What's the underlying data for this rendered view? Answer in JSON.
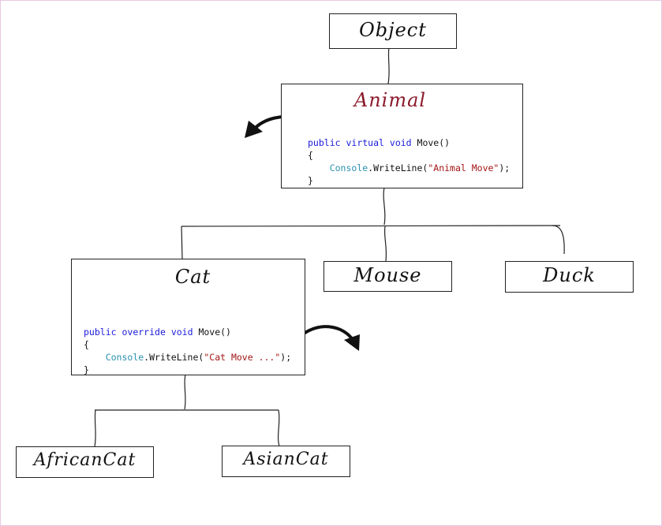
{
  "diagram": {
    "object": {
      "title": "Object"
    },
    "animal": {
      "title": "Animal",
      "title_color": "#8b1a2b",
      "code": {
        "line1": {
          "kw1": "public",
          "kw2": "virtual",
          "kw3": "void",
          "rest": " Move()"
        },
        "open": "{",
        "line3": {
          "cls": "Console",
          "method": ".WriteLine(",
          "str": "\"Animal Move\"",
          "end": ");"
        },
        "close": "}"
      }
    },
    "cat": {
      "title": "Cat",
      "code": {
        "line1": {
          "kw1": "public",
          "kw2": "override",
          "kw3": "void",
          "rest": " Move()"
        },
        "open": "{",
        "line3": {
          "cls": "Console",
          "method": ".WriteLine(",
          "str": "\"Cat Move ...\"",
          "end": ");"
        },
        "close": "}"
      }
    },
    "mouse": {
      "title": "Mouse"
    },
    "duck": {
      "title": "Duck"
    },
    "african_cat": {
      "title": "AfricanCat"
    },
    "asian_cat": {
      "title": "AsianCat"
    },
    "colors": {
      "keyword": "#1a1adb",
      "class": "#2b91af",
      "string": "#a31515",
      "line": "#222222",
      "frame": "#e8c8e4"
    }
  }
}
